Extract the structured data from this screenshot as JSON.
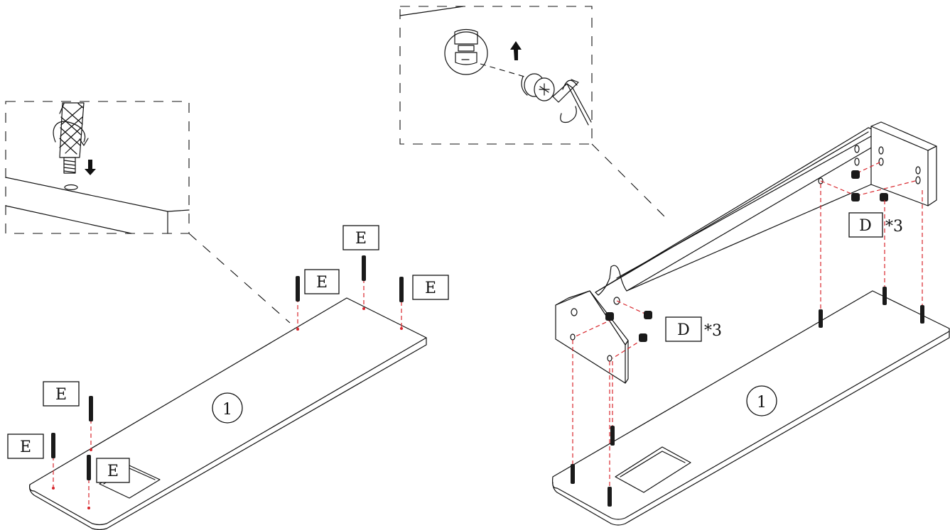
{
  "diagram": {
    "left_step": {
      "panel_number": "1",
      "dowel_label": "E",
      "dowel_tags": [
        "E",
        "E",
        "E",
        "E",
        "E",
        "E"
      ]
    },
    "right_step": {
      "panel_number": "1",
      "cam_label": "D",
      "cam_qty": "*3",
      "cam_tags": [
        {
          "label": "D",
          "qty": "*3"
        },
        {
          "label": "D",
          "qty": "*3"
        }
      ]
    }
  }
}
